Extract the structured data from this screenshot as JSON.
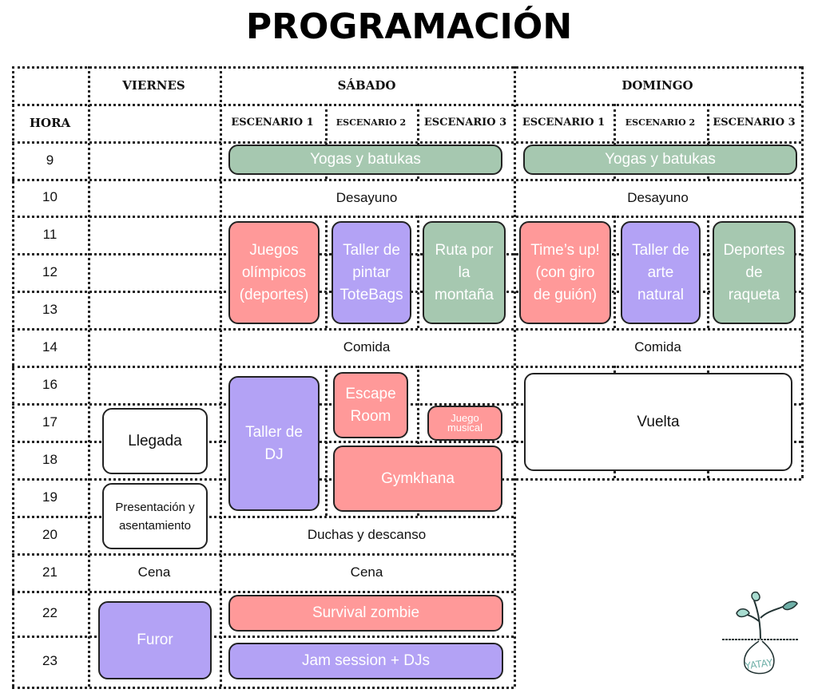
{
  "title": "PROGRAMACIÓN",
  "days": {
    "viernes": "VIERNES",
    "sabado": "SÁBADO",
    "domingo": "DOMINGO"
  },
  "hora_label": "HORA",
  "stages": {
    "s1": "ESCENARIO 1",
    "s2": "ESCENARIO 2",
    "s3": "ESCENARIO 3"
  },
  "hours": [
    "9",
    "10",
    "11",
    "12",
    "13",
    "14",
    "16",
    "17",
    "18",
    "19",
    "20",
    "21",
    "22",
    "23"
  ],
  "colors": {
    "green": "#a6c8b0",
    "red": "#ff9999",
    "purple": "#b3a2f5"
  },
  "events": {
    "yogas": "Yogas y batukas",
    "desayuno": "Desayuno",
    "juegos": "Juegos\nolímpicos\n(deportes)",
    "totebags": "Taller de\npintar\nToteBags",
    "ruta": "Ruta por\nla\nmontaña",
    "timesup": "Time’s up!\n(con giro\nde guión)",
    "arte": "Taller de\narte\nnatural",
    "raqueta": "Deportes\nde\nraqueta",
    "comida": "Comida",
    "dj": "Taller de\nDJ",
    "escape": "Escape\nRoom",
    "juego_musical": "Juego\nmusical",
    "gymkhana": "Gymkhana",
    "vuelta": "Vuelta",
    "llegada": "Llegada",
    "presentacion": "Presentación y\nasentamiento",
    "duchas": "Duchas y descanso",
    "cena": "Cena",
    "furor": "Furor",
    "survival": "Survival zombie",
    "jam": "Jam session + DJs"
  },
  "logo_text": "YATAY"
}
